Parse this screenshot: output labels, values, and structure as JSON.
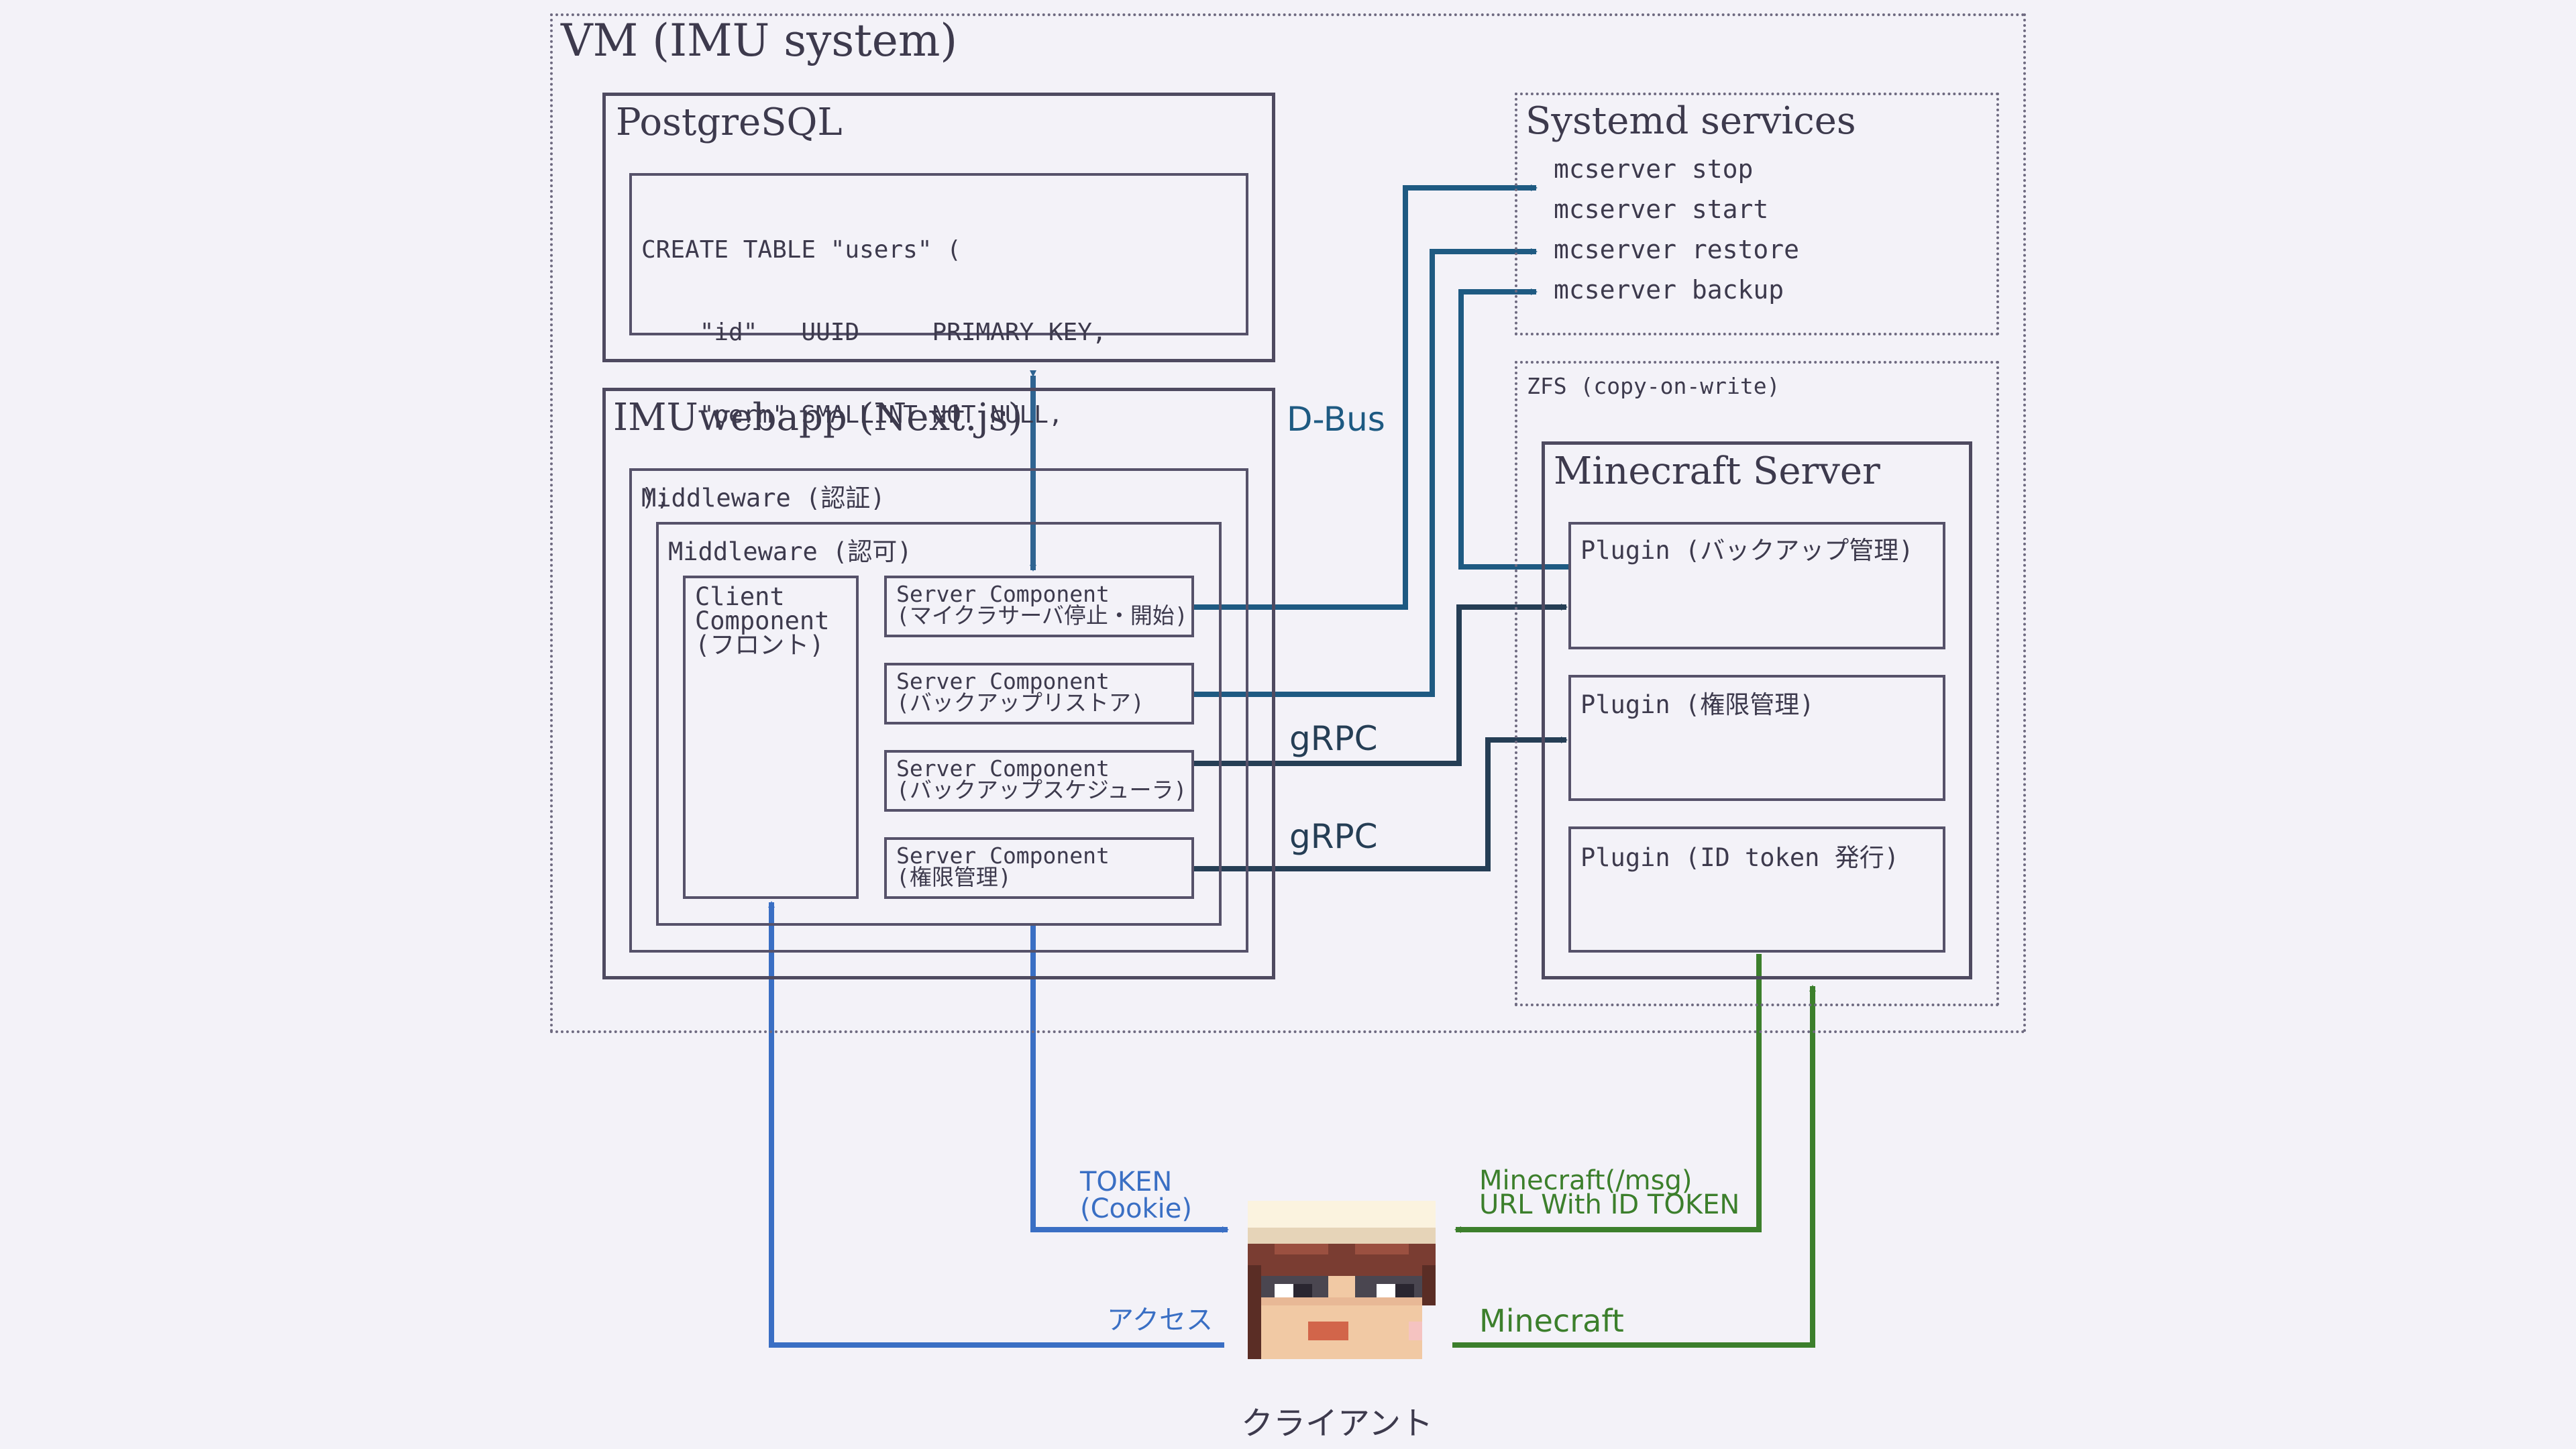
{
  "vm": {
    "title": "VM (IMU system)"
  },
  "postgres": {
    "title": "PostgreSQL",
    "code": [
      "CREATE TABLE \"users\" (",
      "    \"id\"   UUID     PRIMARY KEY,",
      "    \"perm\" SMALLINT NOT NULL,",
      ");"
    ]
  },
  "webapp": {
    "title": "IMUwebapp (Next.js)",
    "middleware_auth": "Middleware (認証)",
    "middleware_authz": "Middleware (認可)",
    "client_component": [
      "Client",
      "Component",
      "(フロント)"
    ],
    "server_components": [
      {
        "title": "Server Component",
        "sub": "(マイクラサーバ停止・開始)"
      },
      {
        "title": "Server Component",
        "sub": "(バックアップリストア)"
      },
      {
        "title": "Server Component",
        "sub": "(バックアップスケジューラ)"
      },
      {
        "title": "Server Component",
        "sub": "(権限管理)"
      }
    ]
  },
  "systemd": {
    "title": "Systemd services",
    "services": [
      "mcserver stop",
      "mcserver start",
      "mcserver restore",
      "mcserver backup"
    ]
  },
  "zfs": {
    "title": "ZFS (copy-on-write)"
  },
  "minecraft": {
    "title": "Minecraft Server",
    "plugins": [
      "Plugin (バックアップ管理)",
      "Plugin (権限管理)",
      "Plugin (ID token 発行)"
    ]
  },
  "connections": {
    "dbus": "D-Bus",
    "grpc_1": "gRPC",
    "grpc_2": "gRPC",
    "token": [
      "TOKEN",
      "(Cookie)"
    ],
    "access": "アクセス",
    "mc_msg": [
      "Minecraft(/msg)",
      "URL With ID TOKEN"
    ],
    "mc": "Minecraft"
  },
  "client": {
    "label": "クライアント"
  },
  "colors": {
    "dbus": "#1e5a82",
    "grpc": "#253e55",
    "web": "#3a6fc4",
    "minecraft": "#3c7f2c",
    "db": "#2f6491",
    "border": "#4e4a60",
    "background": "#f3f2f8"
  }
}
